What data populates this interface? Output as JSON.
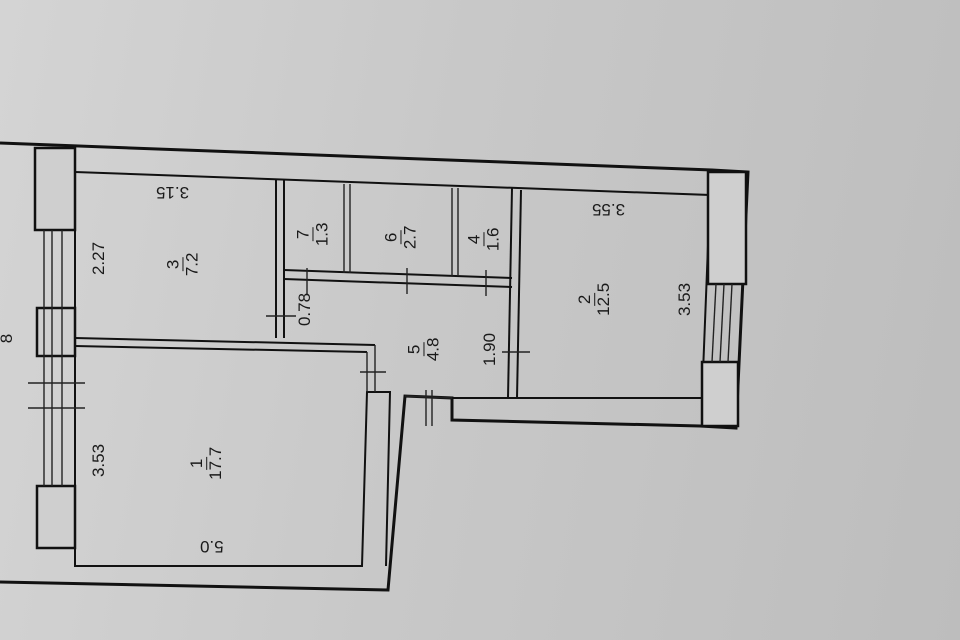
{
  "rooms": [
    {
      "number": "1",
      "area": "17.7"
    },
    {
      "number": "2",
      "area": "12.5"
    },
    {
      "number": "3",
      "area": "7.2"
    },
    {
      "number": "4",
      "area": "1.6"
    },
    {
      "number": "5",
      "area": "4.8"
    },
    {
      "number": "6",
      "area": "2.7"
    },
    {
      "number": "7",
      "area": "1.3"
    }
  ],
  "dimensions": {
    "room1_length": "5.0",
    "room1_width": "3.53",
    "room2_length": "3.55",
    "room2_width": "3.53",
    "room3_length": "3.15",
    "room3_width": "2.27",
    "corridor_width": "1.90",
    "niche_width": "0.78",
    "edge_label": "8"
  }
}
